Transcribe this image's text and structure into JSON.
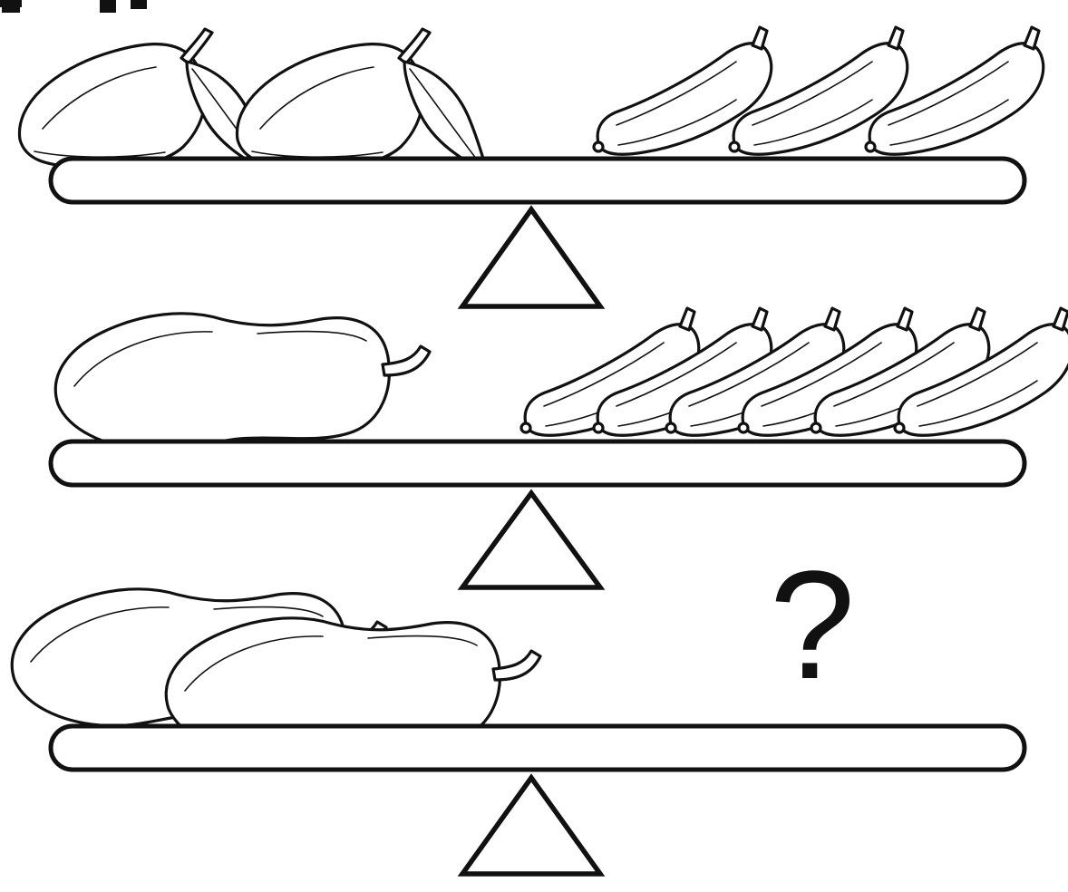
{
  "puzzle": {
    "rows": [
      {
        "left": {
          "item": "mango",
          "count": 2
        },
        "right": {
          "item": "cucumber",
          "count": 3
        }
      },
      {
        "left": {
          "item": "papaya",
          "count": 1
        },
        "right": {
          "item": "cucumber",
          "count": 6
        }
      },
      {
        "left": {
          "item": "papaya",
          "count": 2
        },
        "right": {
          "item": "unknown",
          "count": null
        }
      }
    ],
    "question_mark": "?"
  },
  "colors": {
    "ink": "#111111",
    "paper": "#ffffff"
  },
  "icons": [
    "mango-icon",
    "cucumber-icon",
    "papaya-icon",
    "scale-fulcrum-icon"
  ]
}
